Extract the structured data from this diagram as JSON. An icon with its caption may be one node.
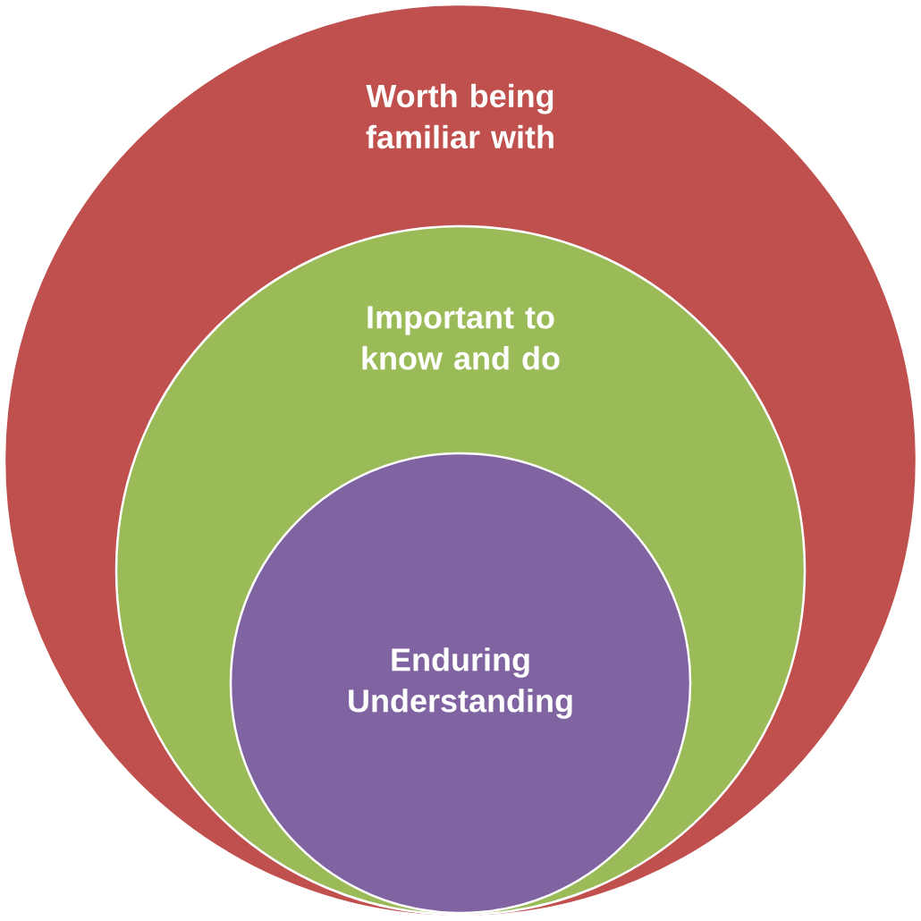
{
  "diagram": {
    "nodes": [
      {
        "text": [
          "Worth being familiar with"
        ]
      },
      {
        "text": [
          "Important to know and do"
        ],
        "in": 0
      },
      {
        "text": [
          "Enduring Understanding"
        ],
        "in": 1
      }
    ]
  }
}
